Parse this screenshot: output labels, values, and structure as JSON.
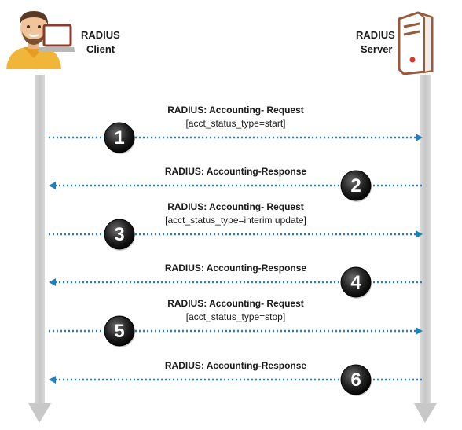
{
  "client": {
    "label_line1": "RADIUS",
    "label_line2": "Client",
    "icon": "user-at-laptop-icon"
  },
  "server": {
    "label_line1": "RADIUS",
    "label_line2": "Server",
    "icon": "server-tower-icon"
  },
  "colors": {
    "lifeline": "#cfcfcf",
    "arrow": "#1f7fc4",
    "step_badge": "#1a1a1a",
    "server_outline": "#9a5a3a"
  },
  "messages": [
    {
      "step": "1",
      "direction": "client-to-server",
      "title": "RADIUS: Accounting- Request",
      "param": "[acct_status_type=start]"
    },
    {
      "step": "2",
      "direction": "server-to-client",
      "title": "RADIUS: Accounting-Response",
      "param": ""
    },
    {
      "step": "3",
      "direction": "client-to-server",
      "title": "RADIUS: Accounting- Request",
      "param": "[acct_status_type=interim update]"
    },
    {
      "step": "4",
      "direction": "server-to-client",
      "title": "RADIUS: Accounting-Response",
      "param": ""
    },
    {
      "step": "5",
      "direction": "client-to-server",
      "title": "RADIUS: Accounting- Request",
      "param": "[acct_status_type=stop]"
    },
    {
      "step": "6",
      "direction": "server-to-client",
      "title": "RADIUS: Accounting-Response",
      "param": ""
    }
  ]
}
